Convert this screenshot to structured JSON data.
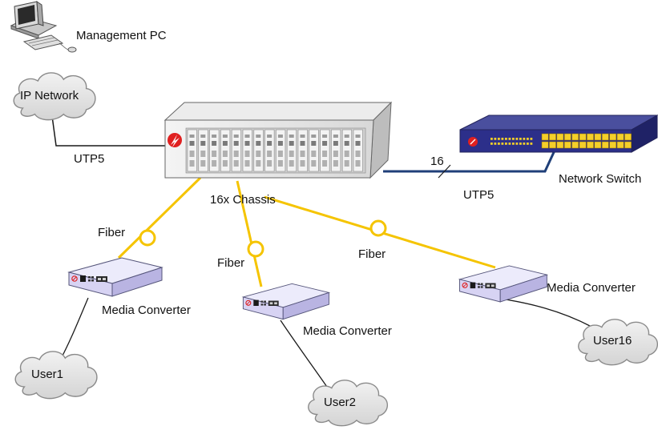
{
  "labels": {
    "management_pc": "Management PC",
    "ip_network": "IP Network",
    "utp5_left": "UTP5",
    "chassis": "16x Chassis",
    "link_count": "16",
    "utp5_right": "UTP5",
    "network_switch": "Network Switch",
    "fiber_1": "Fiber",
    "fiber_2": "Fiber",
    "fiber_3": "Fiber",
    "media_converter_1": "Media Converter",
    "media_converter_2": "Media Converter",
    "media_converter_3": "Media Converter",
    "user1": "User1",
    "user2": "User2",
    "user16": "User16"
  },
  "colors": {
    "fiber": "#f5c400",
    "utp": "#1a1a1a",
    "switch_link": "#1f3f78",
    "converter_body": "#d6d2f2",
    "switch_body": "#2c2f8a",
    "switch_ports": "#f4cf2a",
    "brand_logo": "#e02020",
    "cloud_fill": "#e4e4e4"
  }
}
